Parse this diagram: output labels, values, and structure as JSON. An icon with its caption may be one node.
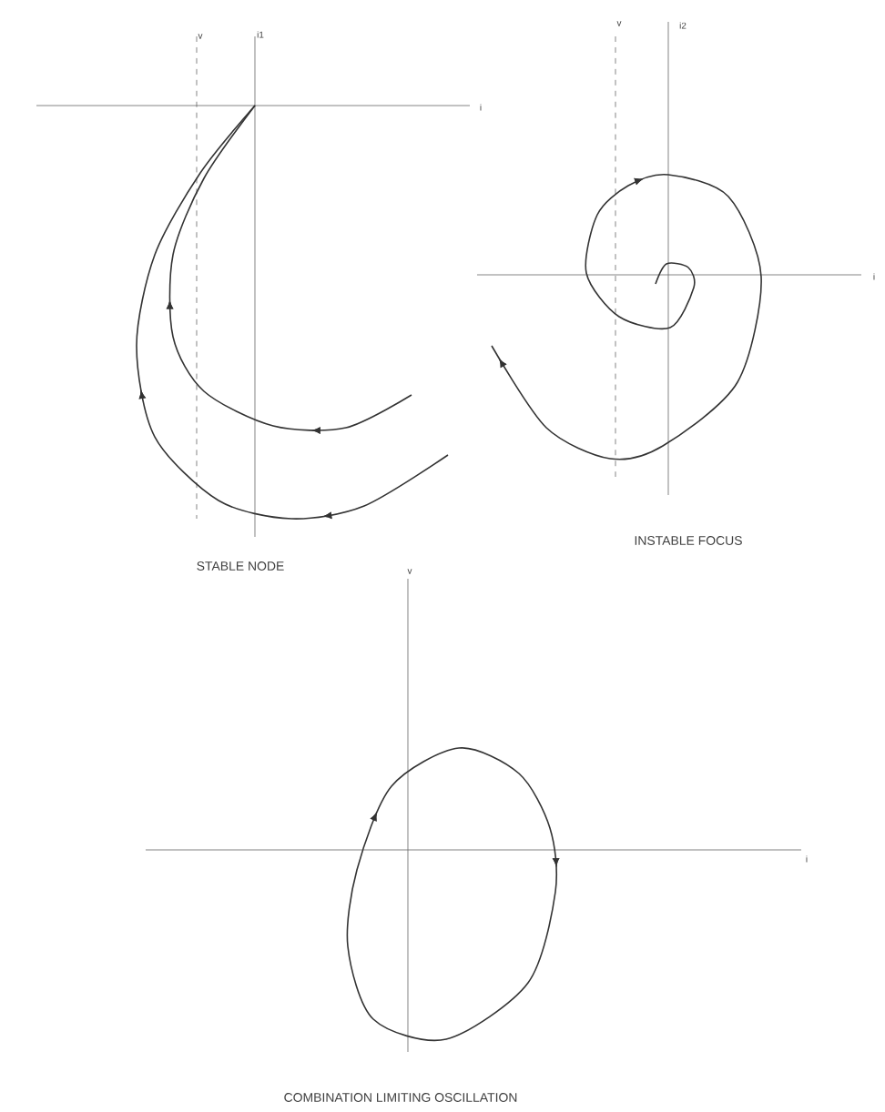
{
  "diagram": {
    "labels": [
      "v",
      "i1",
      "v",
      "i2",
      "i",
      "i",
      "STABLE NODE",
      "INSTABLE FOCUS",
      "v",
      "i",
      "COMBINATION LIMITING OSCILLATION"
    ]
  }
}
